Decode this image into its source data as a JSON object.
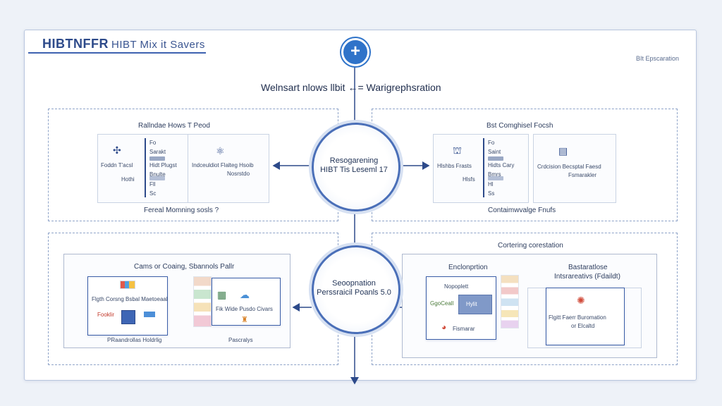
{
  "header": {
    "logo_main": "HIBTNFFR",
    "logo_sub": "HIBT Mix it Savers",
    "top_right": "BIt Epscaration",
    "plus": "+"
  },
  "heading": "Welnsart nlows llbit  ←= Warigrephsration",
  "hubs": {
    "top": [
      "Resogarening",
      "HIBT Tis Leseml 17"
    ],
    "bottom": [
      "Seoopnation",
      "Perssraicil Poanls 5.0"
    ]
  },
  "top_left": {
    "title": "Rallndae Hows T Peod",
    "left_label_1": "Foddn T'acsl",
    "left_label_2": "Hothi",
    "list": [
      "Fo",
      "Sarakt",
      "Hidt Plugst",
      "Bnulte",
      "Fll",
      "Sc"
    ],
    "right_label_1": "Indceuldiot Flalteg Hsoib",
    "right_label_2": "Nosrstdo",
    "footer": "Fereal Momning sosls ?"
  },
  "top_right": {
    "title": "Bst Comghisel Focsh",
    "left_label_1": "Hlshbs Frasts",
    "left_label_2": "Hlsfs",
    "list": [
      "Fo",
      "Saint",
      "Hidts Cary",
      "Bmrs",
      "Hl",
      "Ss"
    ],
    "right_label_1": "Crdcision Becsptal Faesd",
    "right_label_2": "Fsmarakler",
    "footer": "Contaimwvalge Fnufs"
  },
  "bottom_left": {
    "title": "Cams or Coaing, Sbannols Pallr",
    "card1_label_1": "Flgth Corsng Bsbal Maetoeaal",
    "card1_label_2": "Fooklir",
    "caption1": "PRaandrollas Holdrlig",
    "card2_label": "Fik Wide Pusdo Civars",
    "caption2": "Pascralys"
  },
  "bottom_right": {
    "title": "Cortering corestation",
    "sub1": "Enclonprtion",
    "sub2_1": "Bastaratlose",
    "sub2_2": "Intsrareativs (Fdaildt)",
    "card1_label": "Nopoplett",
    "card1_btn": "Hylit",
    "card1_brand": "GgoCeall",
    "card1_foot": "Fismarar",
    "card2_label_1": "Flgitt Faerr Buromation",
    "card2_label_2": "or Elcaltd"
  },
  "colors": {
    "accent": "#2f73c9",
    "line": "#2d4a8a",
    "dash": "#8ea3c8"
  }
}
